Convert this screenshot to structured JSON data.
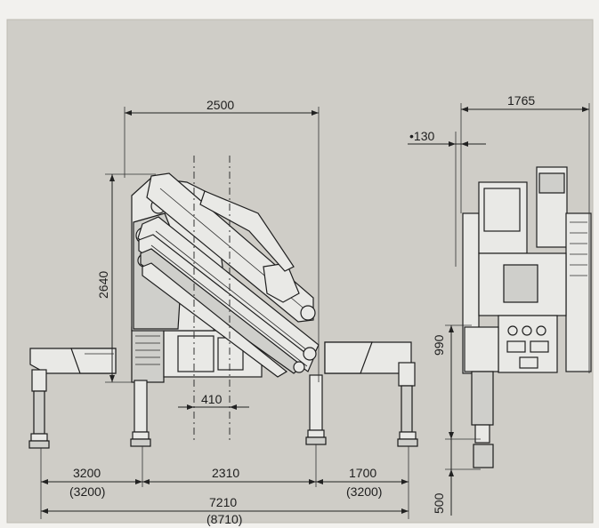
{
  "dimensions": {
    "width_top": "2500",
    "height_side": "2640",
    "slew_offset": "410",
    "left_span": "3200",
    "left_span_alt": "(3200)",
    "center_span": "2310",
    "right_span": "1700",
    "right_span_alt": "(3200)",
    "total_span": "7210",
    "total_span_alt": "(8710)",
    "end_width": "1765",
    "end_offset": "•130",
    "end_height_upper": "990",
    "end_height_lower": "500"
  },
  "colors": {
    "paper": "#f2f1ee",
    "frame_fill": "#dcdad4",
    "ink": "#1e1e1e"
  }
}
